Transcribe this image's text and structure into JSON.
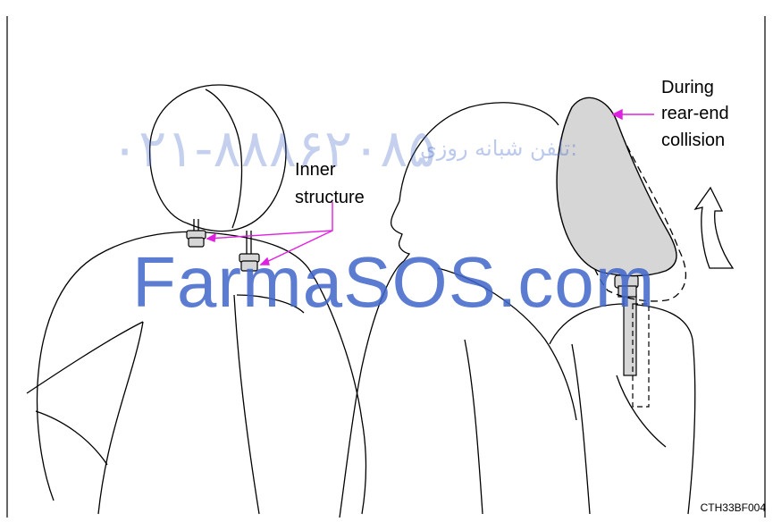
{
  "labels": {
    "inner_line1": "Inner",
    "inner_line2": "structure",
    "during_line1": "During",
    "during_line2": "rear-end",
    "during_line3": "collision"
  },
  "image_code": "CTH33BF004",
  "watermark": {
    "brand": "FarmaSOS.com",
    "phone": "۰۲۱-۸۸۸۶۲۰۸۵",
    "phone_label": "تلفن شبانه روزی:"
  },
  "colors": {
    "line": "#000000",
    "leader": "#e020e0",
    "headrest_fill": "#d6d6d6",
    "watermark": "#3f66c9"
  }
}
